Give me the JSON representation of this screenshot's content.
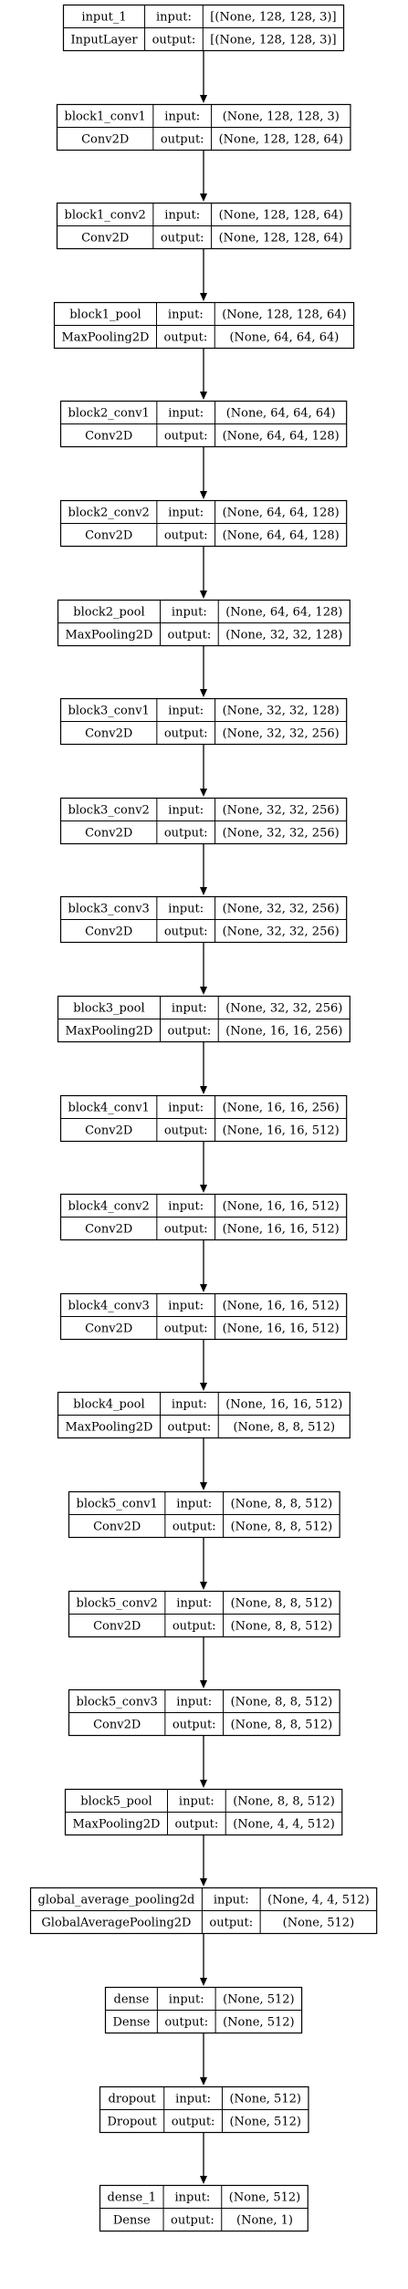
{
  "input_label": "input:",
  "output_label": "output:",
  "layers": [
    {
      "name": "input_1",
      "type": "InputLayer",
      "input": "[(None, 128, 128, 3)]",
      "output": "[(None, 128, 128, 3)]"
    },
    {
      "name": "block1_conv1",
      "type": "Conv2D",
      "input": "(None, 128, 128, 3)",
      "output": "(None, 128, 128, 64)"
    },
    {
      "name": "block1_conv2",
      "type": "Conv2D",
      "input": "(None, 128, 128, 64)",
      "output": "(None, 128, 128, 64)"
    },
    {
      "name": "block1_pool",
      "type": "MaxPooling2D",
      "input": "(None, 128, 128, 64)",
      "output": "(None, 64, 64, 64)"
    },
    {
      "name": "block2_conv1",
      "type": "Conv2D",
      "input": "(None, 64, 64, 64)",
      "output": "(None, 64, 64, 128)"
    },
    {
      "name": "block2_conv2",
      "type": "Conv2D",
      "input": "(None, 64, 64, 128)",
      "output": "(None, 64, 64, 128)"
    },
    {
      "name": "block2_pool",
      "type": "MaxPooling2D",
      "input": "(None, 64, 64, 128)",
      "output": "(None, 32, 32, 128)"
    },
    {
      "name": "block3_conv1",
      "type": "Conv2D",
      "input": "(None, 32, 32, 128)",
      "output": "(None, 32, 32, 256)"
    },
    {
      "name": "block3_conv2",
      "type": "Conv2D",
      "input": "(None, 32, 32, 256)",
      "output": "(None, 32, 32, 256)"
    },
    {
      "name": "block3_conv3",
      "type": "Conv2D",
      "input": "(None, 32, 32, 256)",
      "output": "(None, 32, 32, 256)"
    },
    {
      "name": "block3_pool",
      "type": "MaxPooling2D",
      "input": "(None, 32, 32, 256)",
      "output": "(None, 16, 16, 256)"
    },
    {
      "name": "block4_conv1",
      "type": "Conv2D",
      "input": "(None, 16, 16, 256)",
      "output": "(None, 16, 16, 512)"
    },
    {
      "name": "block4_conv2",
      "type": "Conv2D",
      "input": "(None, 16, 16, 512)",
      "output": "(None, 16, 16, 512)"
    },
    {
      "name": "block4_conv3",
      "type": "Conv2D",
      "input": "(None, 16, 16, 512)",
      "output": "(None, 16, 16, 512)"
    },
    {
      "name": "block4_pool",
      "type": "MaxPooling2D",
      "input": "(None, 16, 16, 512)",
      "output": "(None, 8, 8, 512)"
    },
    {
      "name": "block5_conv1",
      "type": "Conv2D",
      "input": "(None, 8, 8, 512)",
      "output": "(None, 8, 8, 512)"
    },
    {
      "name": "block5_conv2",
      "type": "Conv2D",
      "input": "(None, 8, 8, 512)",
      "output": "(None, 8, 8, 512)"
    },
    {
      "name": "block5_conv3",
      "type": "Conv2D",
      "input": "(None, 8, 8, 512)",
      "output": "(None, 8, 8, 512)"
    },
    {
      "name": "block5_pool",
      "type": "MaxPooling2D",
      "input": "(None, 8, 8, 512)",
      "output": "(None, 4, 4, 512)"
    },
    {
      "name": "global_average_pooling2d",
      "type": "GlobalAveragePooling2D",
      "input": "(None, 4, 4, 512)",
      "output": "(None, 512)"
    },
    {
      "name": "dense",
      "type": "Dense",
      "input": "(None, 512)",
      "output": "(None, 512)"
    },
    {
      "name": "dropout",
      "type": "Dropout",
      "input": "(None, 512)",
      "output": "(None, 512)"
    },
    {
      "name": "dense_1",
      "type": "Dense",
      "input": "(None, 512)",
      "output": "(None, 1)"
    }
  ]
}
